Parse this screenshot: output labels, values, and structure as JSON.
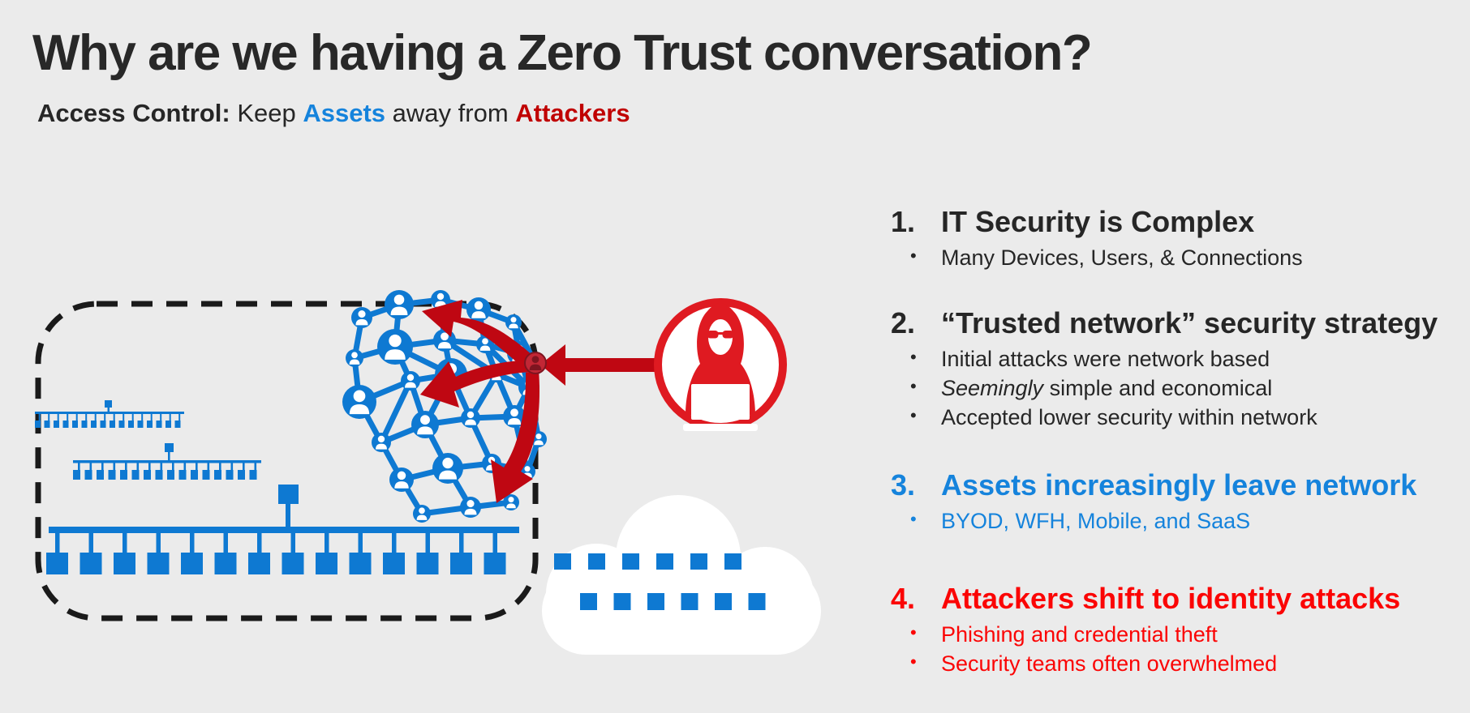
{
  "slide": {
    "title": "Why are we having a Zero Trust conversation?",
    "subtitle": {
      "access_control": "Access Control: ",
      "keep": "Keep ",
      "assets": "Assets",
      "away_from": " away from ",
      "attackers": "Attackers"
    }
  },
  "glyphs": {
    "bullet": "•"
  },
  "points": [
    {
      "number": "1.",
      "title": "IT Security is Complex",
      "color": "dark",
      "bullets": [
        {
          "text": "Many Devices, Users, & Connections"
        }
      ]
    },
    {
      "number": "2.",
      "title": "“Trusted network” security strategy",
      "color": "dark",
      "bullets": [
        {
          "text": "Initial attacks were network based"
        },
        {
          "italic_lead": "Seemingly",
          "text": " simple and economical"
        },
        {
          "text": "Accepted lower security within network"
        }
      ]
    },
    {
      "number": "3.",
      "title": "Assets increasingly leave network",
      "color": "blue",
      "bullets": [
        {
          "text": "BYOD, WFH, Mobile, and SaaS"
        }
      ]
    },
    {
      "number": "4.",
      "title": "Attackers shift to identity attacks",
      "color": "red",
      "bullets": [
        {
          "text": "Phishing and credential theft"
        },
        {
          "text": "Security teams often overwhelmed"
        }
      ]
    }
  ],
  "icons": {
    "attacker": "hacker-at-laptop-icon",
    "compromised_node": "compromised-user-node-icon",
    "network_mesh": "people-network-mesh",
    "org_charts": "device-org-chart",
    "cloud": "cloud-icon",
    "attack_arrows": "red-attack-arrows",
    "boundary": "trusted-network-dashed-boundary"
  },
  "colors": {
    "background": "#EBEBEB",
    "title_text": "#282828",
    "body_text": "#262626",
    "blue": "#1583DC",
    "bright_red": "#FB0505",
    "dark_red": "#C00000",
    "diagram_blue": "#0E79D2",
    "arrow_red": "#BF0712",
    "attacker_red": "#DF1A21",
    "node_red": "#C22735",
    "node_red_glyph": "#7E1520",
    "boundary_black": "#1A1A1A",
    "cloud_white": "#FFFFFF"
  }
}
